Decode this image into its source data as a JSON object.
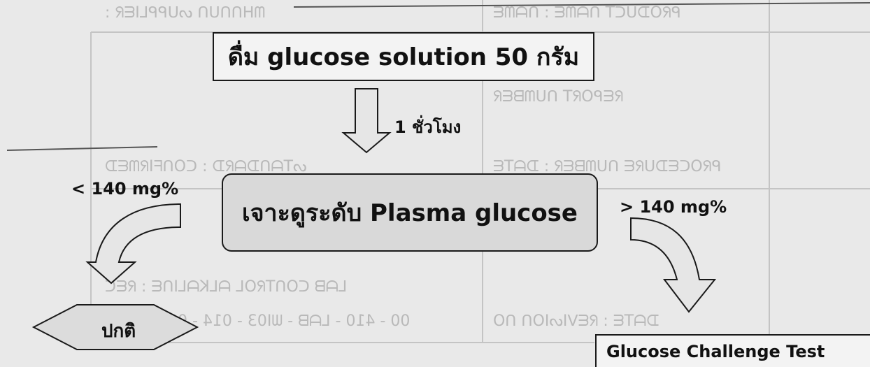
{
  "flow": {
    "step1": "ดื่ม glucose solution 50 กรัม",
    "interval": "1 ชั่วโมง",
    "step2": "เจาะดูระดับ Plasma glucose",
    "branch_low": "< 140 mg%",
    "branch_high": "> 140 mg%",
    "result_normal": "ปกติ",
    "result_high": "Glucose Challenge Test"
  },
  "colors": {
    "box_border": "#1a1a1a",
    "box_fill": "#f3f3f3",
    "rounded_box_fill": "#d9d9d9",
    "arrow_fill": "#e6e6e6"
  }
}
